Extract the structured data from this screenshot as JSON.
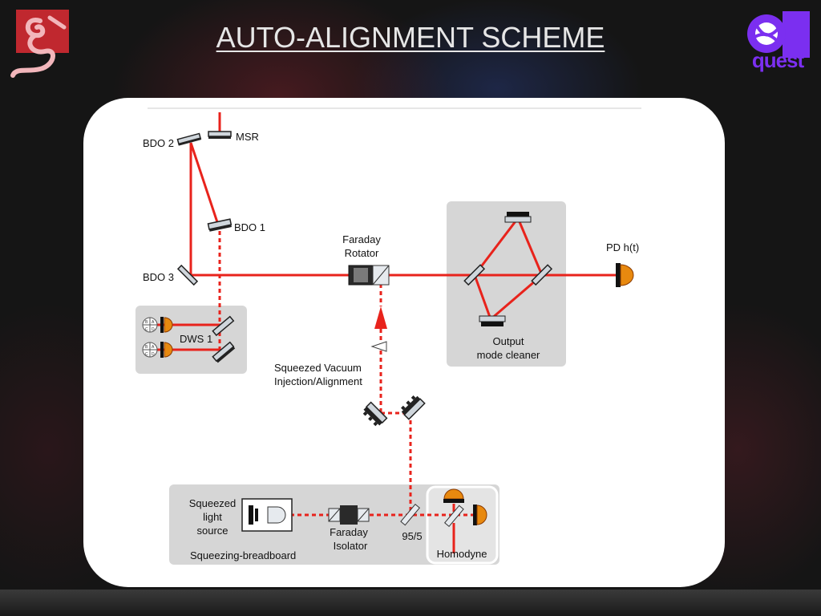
{
  "slide": {
    "title": "AUTO-ALIGNMENT SCHEME"
  },
  "logos": {
    "left_icon": "script-g-logo",
    "right_icon": "quest-logo",
    "right_text": "quest"
  },
  "colors": {
    "beam": "#e8231c",
    "group_box": "#d6d6d6",
    "title": "#e6e6e6",
    "quest_purple": "#7b2ff0",
    "logo_red": "#c0282f"
  },
  "diagram": {
    "mirrors": {
      "bdo2": "BDO 2",
      "msr": "MSR",
      "bdo1": "BDO 1",
      "bdo3": "BDO 3"
    },
    "faraday_rotator": [
      "Faraday",
      "Rotator"
    ],
    "output_mode_cleaner": [
      "Output",
      "mode cleaner"
    ],
    "photodiode": "PD h(t)",
    "dws": "DWS 1",
    "squeezed_injection": [
      "Squeezed Vacuum",
      "Injection/Alignment"
    ],
    "breadboard": {
      "source": [
        "Squeezed",
        "light",
        "source"
      ],
      "faraday_isolator": [
        "Faraday",
        "Isolator"
      ],
      "beamsplitter": "95/5",
      "homodyne": "Homodyne",
      "label": "Squeezing-breadboard"
    },
    "quadrant_labels": [
      "B",
      "A",
      "C",
      "D"
    ]
  }
}
